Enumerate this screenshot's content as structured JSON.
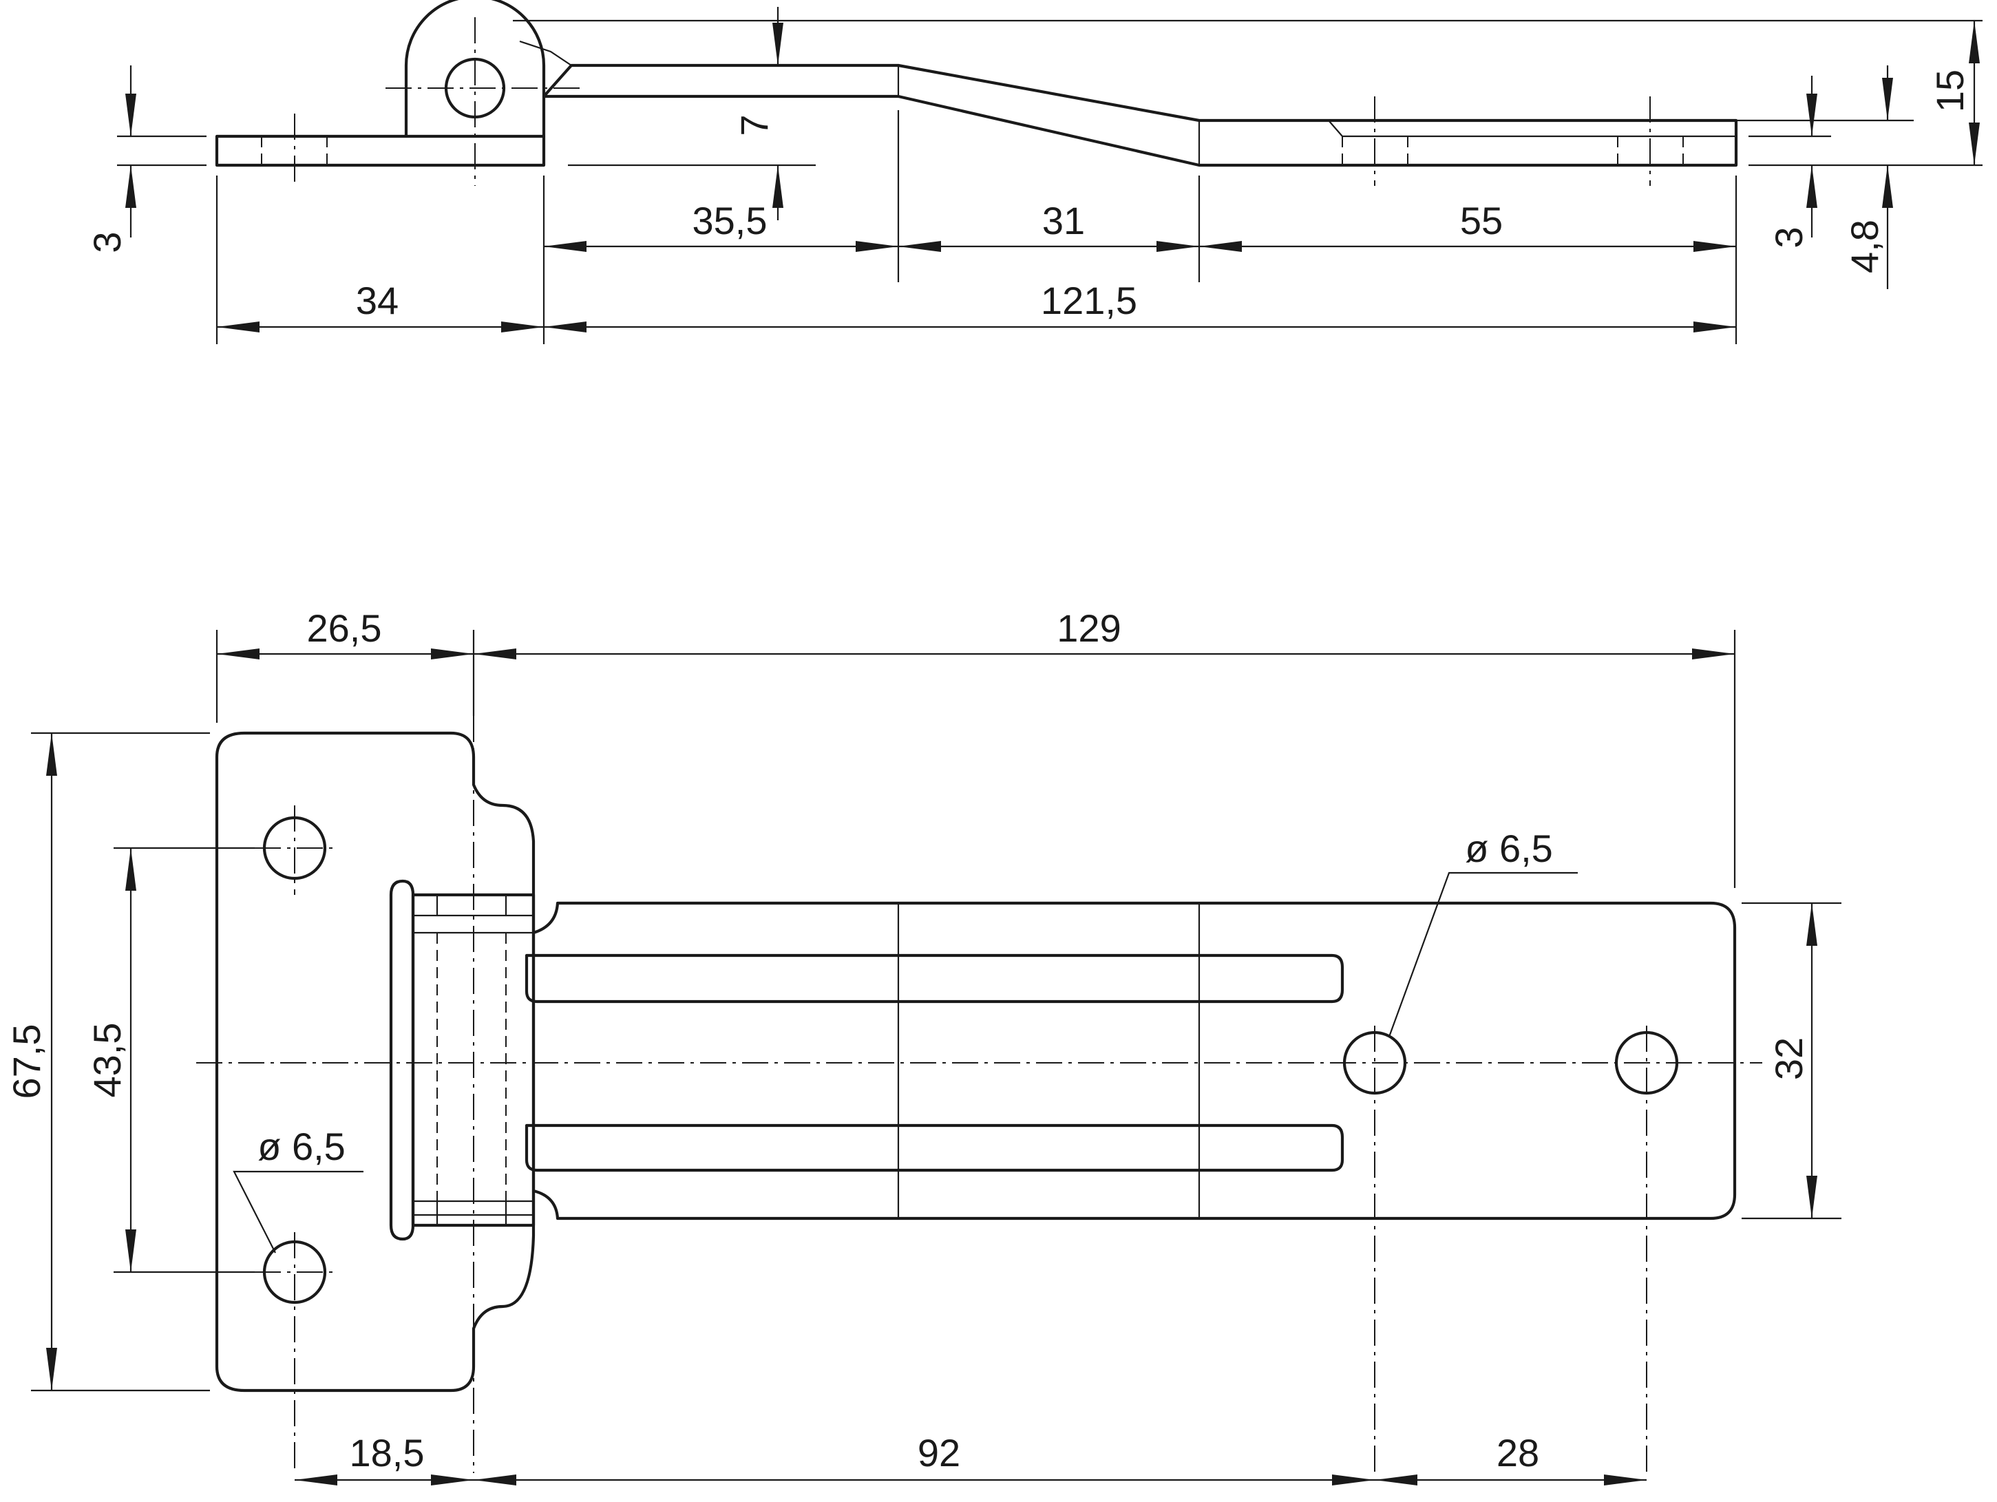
{
  "top_view": {
    "thickness_left": "3",
    "rise": "7",
    "length_first": "35,5",
    "length_bend": "31",
    "length_end": "55",
    "leaf_left": "34",
    "leaf_right": "121,5",
    "thickness_right": "3",
    "offset_height": "4,8",
    "total_height": "15"
  },
  "front_view": {
    "width_left": "26,5",
    "width_right": "129",
    "height_total": "67,5",
    "hole_spacing": "43,5",
    "hole_diameter_left": "ø 6,5",
    "hole_diameter_right": "ø 6,5",
    "strap_height": "32",
    "hole_offset": "18,5",
    "hole_distance": "92",
    "hole_pitch": "28"
  }
}
